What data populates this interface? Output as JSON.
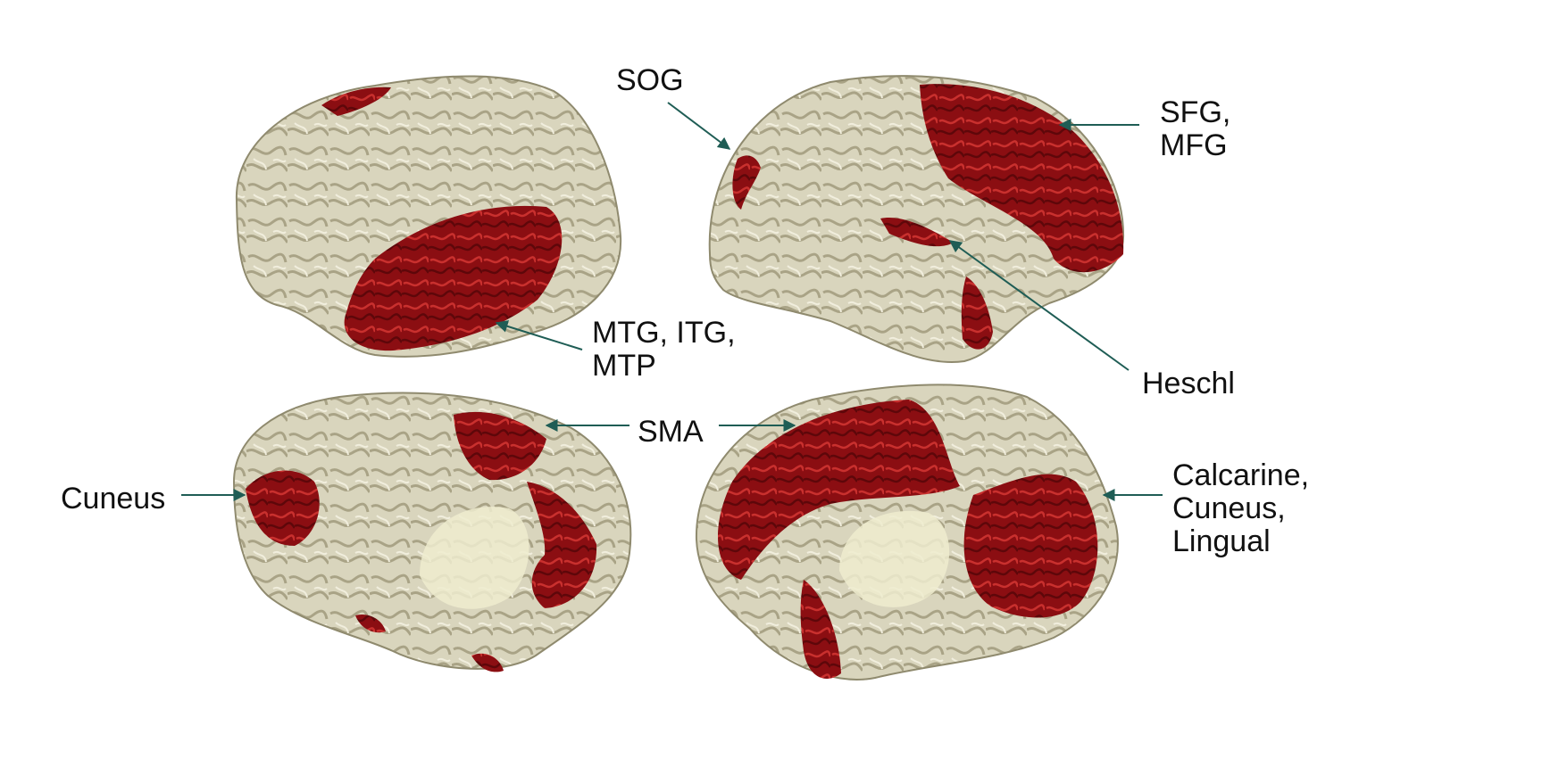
{
  "colors": {
    "cortex": "#d9d5bd",
    "cortex_shadow": "#8f8a6e",
    "activation": "#8b0e12",
    "activation_highlight": "#d23a36",
    "arrow": "#1f5d55"
  },
  "views": [
    {
      "name": "left-lateral-hemisphere"
    },
    {
      "name": "right-lateral-hemisphere"
    },
    {
      "name": "left-medial-hemisphere"
    },
    {
      "name": "right-medial-hemisphere"
    }
  ],
  "labels": {
    "sog": "SOG",
    "sfg_mfg": [
      "SFG,",
      "MFG"
    ],
    "mtg_itg_mtp": [
      "MTG, ITG,",
      "MTP"
    ],
    "heschl": "Heschl",
    "sma": "SMA",
    "cuneus": "Cuneus",
    "calcarine_cuneus_lingual": [
      "Calcarine,",
      "Cuneus,",
      "Lingual"
    ]
  }
}
